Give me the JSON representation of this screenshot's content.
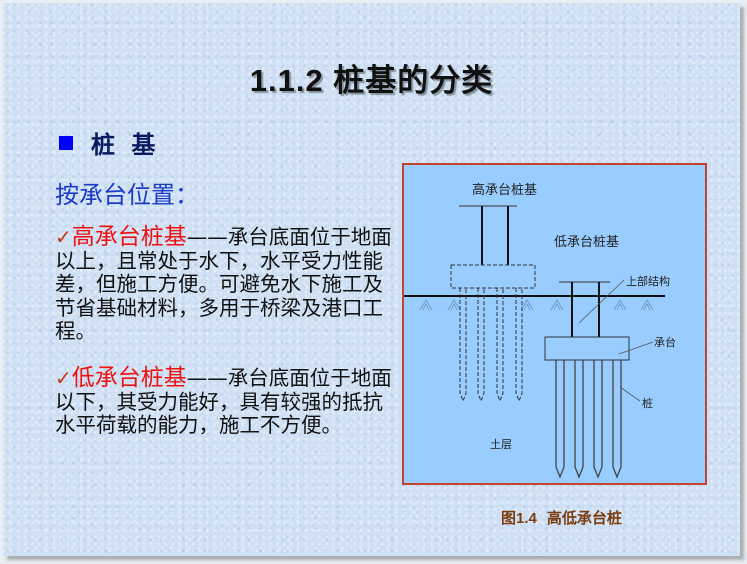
{
  "slide": {
    "title": "1.1.2 桩基的分类",
    "bullet": {
      "icon": "square-bullet-icon",
      "label": "桩 基",
      "color": "#0000ff"
    },
    "subhead": "按承台位置：",
    "items": [
      {
        "check": "✓",
        "term": "高承台桩基",
        "dash": "——",
        "text": "承台底面位于地面以上，且常处于水下，水平受力性能差，但施工方便。可避免水下施工及节省基础材料，多用于桥梁及港口工程。"
      },
      {
        "check": "✓",
        "term": "低承台桩基",
        "dash": "——",
        "text": "承台底面位于地面以下，其受力能好，具有较强的抵抗水平荷载的能力，施工不方便。"
      }
    ],
    "figure": {
      "labels": {
        "high": "高承台桩基",
        "low": "低承台桩基",
        "superstructure": "上部结构",
        "pile_cap": "承台",
        "pile": "桩",
        "soil": "土层"
      },
      "caption_num": "图1.4",
      "caption_text": "高低承台桩",
      "border_color": "#c0452a",
      "fill_color": "#99ccff"
    }
  }
}
